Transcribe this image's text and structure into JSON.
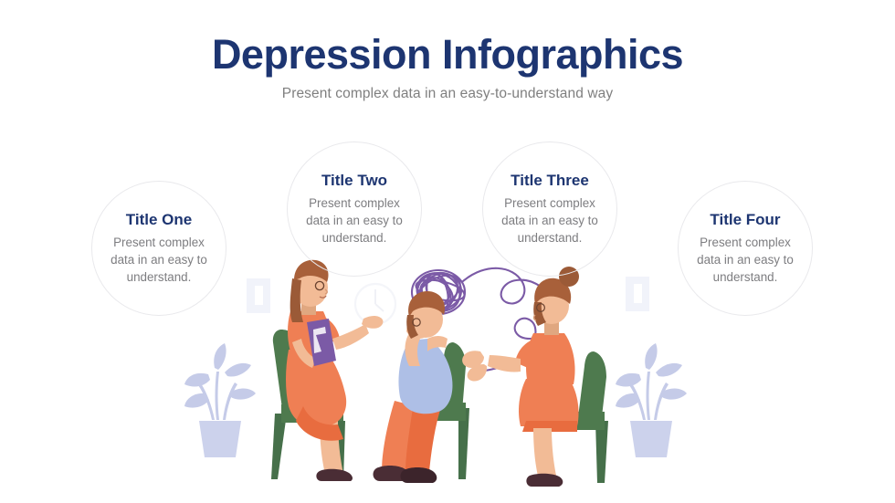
{
  "header": {
    "title": "Depression Infographics",
    "subtitle": "Present complex data in an easy-to-understand way"
  },
  "circles": [
    {
      "title": "Title One",
      "body": "Present complex data in an easy to understand."
    },
    {
      "title": "Title Two",
      "body": "Present complex data in an easy to understand."
    },
    {
      "title": "Title Three",
      "body": "Present complex data in an easy to understand."
    },
    {
      "title": "Title Four",
      "body": "Present complex data in an easy to understand."
    }
  ],
  "illustration": {
    "scene_name": "therapy-session-illustration",
    "figures": [
      {
        "name": "therapist-figure",
        "description": "Seated woman in orange dress holding a purple clipboard, gesturing"
      },
      {
        "name": "distressed-figure",
        "description": "Seated person in light blue shirt and orange pants, head in hands"
      },
      {
        "name": "supporting-figure",
        "description": "Seated woman with hair bun in orange outfit holding the unraveled thread"
      }
    ],
    "props": [
      {
        "name": "tangled-thoughts-scribble",
        "description": "Purple tangled yarn ball unraveling into a flowing line"
      },
      {
        "name": "potted-plant-left",
        "description": "Pale lavender potted plant silhouette"
      },
      {
        "name": "potted-plant-right",
        "description": "Pale lavender potted plant silhouette"
      },
      {
        "name": "wall-frame-left",
        "description": "Faint rectangular wall picture frame"
      },
      {
        "name": "wall-frame-right",
        "description": "Faint rectangular wall picture frame"
      },
      {
        "name": "wall-clock",
        "description": "Faint round wall clock"
      }
    ]
  },
  "colors": {
    "title_navy": "#1d3571",
    "subtitle_gray": "#7f7f7f",
    "body_gray": "#7d7d80",
    "circle_border": "#e9e9ec",
    "orange": "#ef7f54",
    "orange_dark": "#e86c3f",
    "chair_green": "#4e7a4e",
    "chair_green_dark": "#3f6740",
    "skin": "#f2bb96",
    "skin_dark": "#e0a780",
    "hair_brown": "#9b5a37",
    "shirt_blue": "#aebfe6",
    "purple": "#7b5aa6",
    "plant_lavender": "#c5cbe8",
    "shoe_dark": "#4a2d35",
    "background": "#ffffff"
  }
}
